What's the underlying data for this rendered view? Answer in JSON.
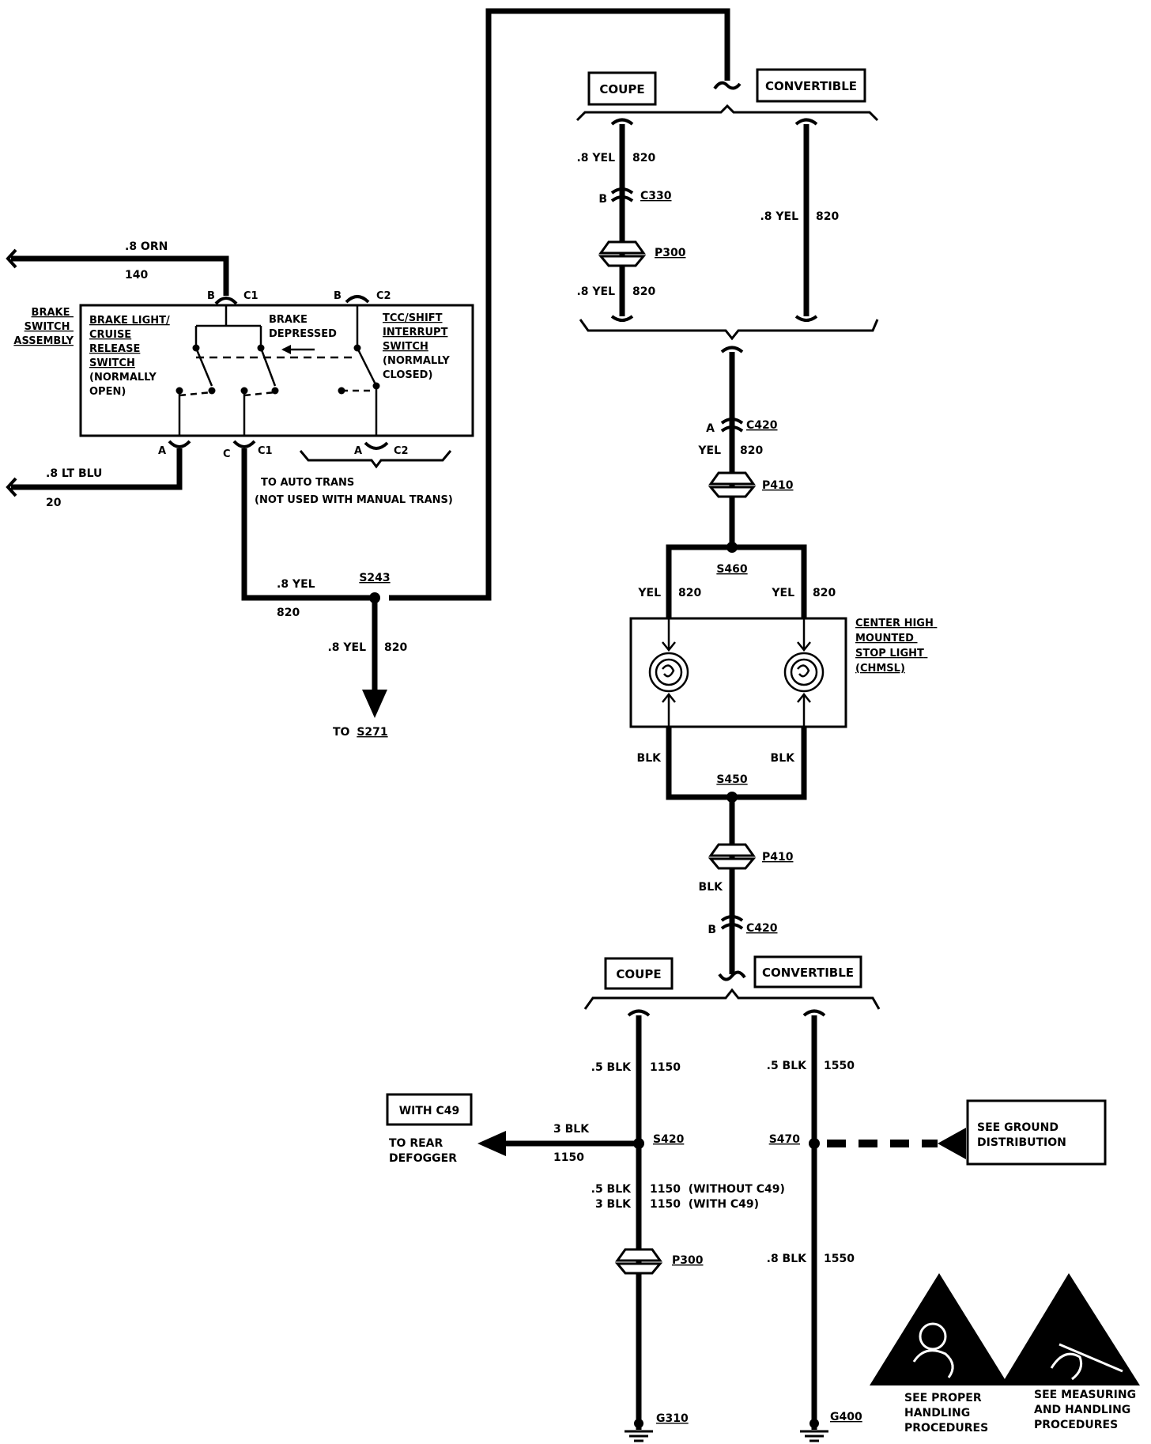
{
  "top": {
    "coupe_label": "COUPE",
    "convertible_label": "CONVERTIBLE",
    "coupe_wire_top": ".8 YEL",
    "coupe_circuit_top": "820",
    "c330_pin": "B",
    "c330": "C330",
    "p300": "P300",
    "coupe_wire_bot": ".8 YEL",
    "coupe_circuit_bot": "820",
    "conv_wire": ".8 YEL",
    "conv_circuit": "820"
  },
  "switch_assembly": {
    "assembly_label": [
      "BRAKE",
      "SWITCH",
      "ASSEMBLY"
    ],
    "brake_light_label": [
      "BRAKE LIGHT/",
      "CRUISE",
      "RELEASE",
      "SWITCH",
      "(NORMALLY",
      "OPEN)"
    ],
    "brake_depressed": [
      "BRAKE",
      "DEPRESSED"
    ],
    "tcc_label": [
      "TCC/SHIFT",
      "INTERRUPT",
      "SWITCH",
      "(NORMALLY",
      "CLOSED)"
    ],
    "c1_top_pin": "B",
    "c1_top": "C1",
    "c2_top_pin": "B",
    "c2_top": "C2",
    "c1_bot_pin_a": "A",
    "c1_bot_pin_c": "C",
    "c1_bot": "C1",
    "c2_bot_pin": "A",
    "c2_bot": "C2",
    "auto_trans": [
      "TO AUTO TRANS",
      "(NOT USED WITH MANUAL TRANS)"
    ]
  },
  "left_wires": {
    "orn_wire": ".8 ORN",
    "orn_circuit": "140",
    "blu_wire": ".8 LT BLU",
    "blu_circuit": "20",
    "yel_wire": ".8 YEL",
    "yel_circuit": "820",
    "s243": "S243",
    "down_wire": ".8 YEL",
    "down_circuit": "820",
    "to_s271_prefix": "TO",
    "s271": "S271"
  },
  "middle": {
    "c420_pin": "A",
    "c420": "C420",
    "yel_wire": "YEL",
    "yel_circuit": "820",
    "p410": "P410",
    "s460": "S460",
    "left_wire": "YEL",
    "left_circuit": "820",
    "right_wire": "YEL",
    "right_circuit": "820",
    "chmsl_label": [
      "CENTER HIGH",
      "MOUNTED",
      "STOP LIGHT",
      "(CHMSL)"
    ],
    "blk_left": "BLK",
    "blk_right": "BLK",
    "s450": "S450",
    "p410_b": "P410",
    "blk_mid": "BLK",
    "c420b_pin": "B",
    "c420b": "C420"
  },
  "bottom": {
    "coupe_label": "COUPE",
    "convertible_label": "CONVERTIBLE",
    "coupe_wire": ".5 BLK",
    "coupe_circuit": "1150",
    "conv_wire": ".5 BLK",
    "conv_circuit": "1550",
    "with_c49": "WITH C49",
    "to_rear": [
      "TO REAR",
      "DEFOGGER"
    ],
    "defog_wire": "3 BLK",
    "defog_circuit": "1150",
    "s420": "S420",
    "s470": "S470",
    "ground_dist": [
      "SEE GROUND",
      "DISTRIBUTION"
    ],
    "wire_a": ".5 BLK",
    "circuit_a": "1150  (WITHOUT C49)",
    "wire_b": "3 BLK",
    "circuit_b": "1150  (WITH C49)",
    "p300": "P300",
    "conv_wire2": ".8 BLK",
    "conv_circuit2": "1550",
    "g310": "G310",
    "g400": "G400"
  },
  "notices": {
    "handling": [
      "SEE PROPER",
      "HANDLING",
      "PROCEDURES"
    ],
    "measuring": [
      "SEE MEASURING",
      "AND HANDLING",
      "PROCEDURES"
    ]
  },
  "icons": [
    "esd-handling-icon",
    "esd-measuring-icon",
    "ground-icon",
    "arrow-icon",
    "bulb-icon"
  ]
}
